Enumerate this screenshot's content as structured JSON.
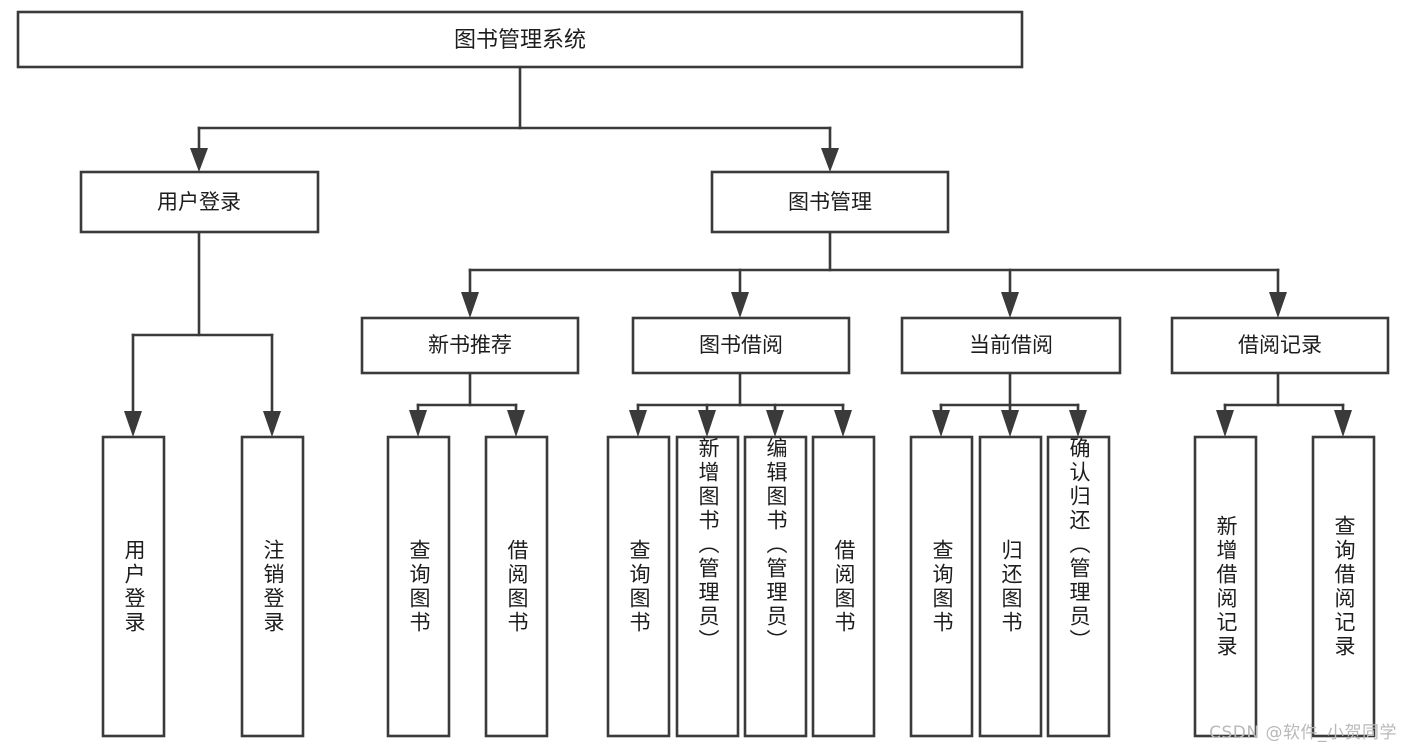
{
  "diagram": {
    "type": "tree-hierarchy",
    "title": "图书管理系统",
    "watermark": "CSDN @软件_小贺同学",
    "colors": {
      "stroke": "#3a3a3a",
      "fill": "#ffffff",
      "text": "#1d1d1d",
      "watermark": "#b9b9b9",
      "background": "#ffffff"
    },
    "root": {
      "label": "图书管理系统",
      "orientation": "horizontal"
    },
    "level1": [
      {
        "label": "用户登录",
        "orientation": "horizontal"
      },
      {
        "label": "图书管理",
        "orientation": "horizontal"
      }
    ],
    "level2": [
      {
        "label": "新书推荐",
        "orientation": "horizontal",
        "parent": "图书管理"
      },
      {
        "label": "图书借阅",
        "orientation": "horizontal",
        "parent": "图书管理"
      },
      {
        "label": "当前借阅",
        "orientation": "horizontal",
        "parent": "图书管理"
      },
      {
        "label": "借阅记录",
        "orientation": "horizontal",
        "parent": "图书管理"
      }
    ],
    "leaves": {
      "用户登录": [
        {
          "label": "用户登录",
          "orientation": "vertical"
        },
        {
          "label": "注销登录",
          "orientation": "vertical"
        }
      ],
      "新书推荐": [
        {
          "label": "查询图书",
          "orientation": "vertical"
        },
        {
          "label": "借阅图书",
          "orientation": "vertical"
        }
      ],
      "图书借阅": [
        {
          "label": "查询图书",
          "orientation": "vertical"
        },
        {
          "label": "新增图书（管理员）",
          "orientation": "vertical"
        },
        {
          "label": "编辑图书（管理员）",
          "orientation": "vertical"
        },
        {
          "label": "借阅图书",
          "orientation": "vertical"
        }
      ],
      "当前借阅": [
        {
          "label": "查询图书",
          "orientation": "vertical"
        },
        {
          "label": "归还图书",
          "orientation": "vertical"
        },
        {
          "label": "确认归还（管理员）",
          "orientation": "vertical"
        }
      ],
      "借阅记录": [
        {
          "label": "新增借阅记录",
          "orientation": "vertical"
        },
        {
          "label": "查询借阅记录",
          "orientation": "vertical"
        }
      ]
    },
    "labels": {
      "root_title": "图书管理系统",
      "n_user_login": "用户登录",
      "n_book_mgmt": "图书管理",
      "n_new_book_rec": "新书推荐",
      "n_book_borrow": "图书借阅",
      "n_current_borrow": "当前借阅",
      "n_borrow_record": "借阅记录",
      "leaf_user_login": "用户登录",
      "leaf_logout": "注销登录",
      "leaf_query_book_a": "查询图书",
      "leaf_borrow_book_a": "借阅图书",
      "leaf_query_book_b": "查询图书",
      "leaf_add_book_admin": "新增图书（管理员）",
      "leaf_edit_book_admin": "编辑图书（管理员）",
      "leaf_borrow_book_b": "借阅图书",
      "leaf_query_book_c": "查询图书",
      "leaf_return_book": "归还图书",
      "leaf_confirm_return_admin": "确认归还（管理员）",
      "leaf_add_borrow_record": "新增借阅记录",
      "leaf_query_borrow_record": "查询借阅记录"
    }
  }
}
